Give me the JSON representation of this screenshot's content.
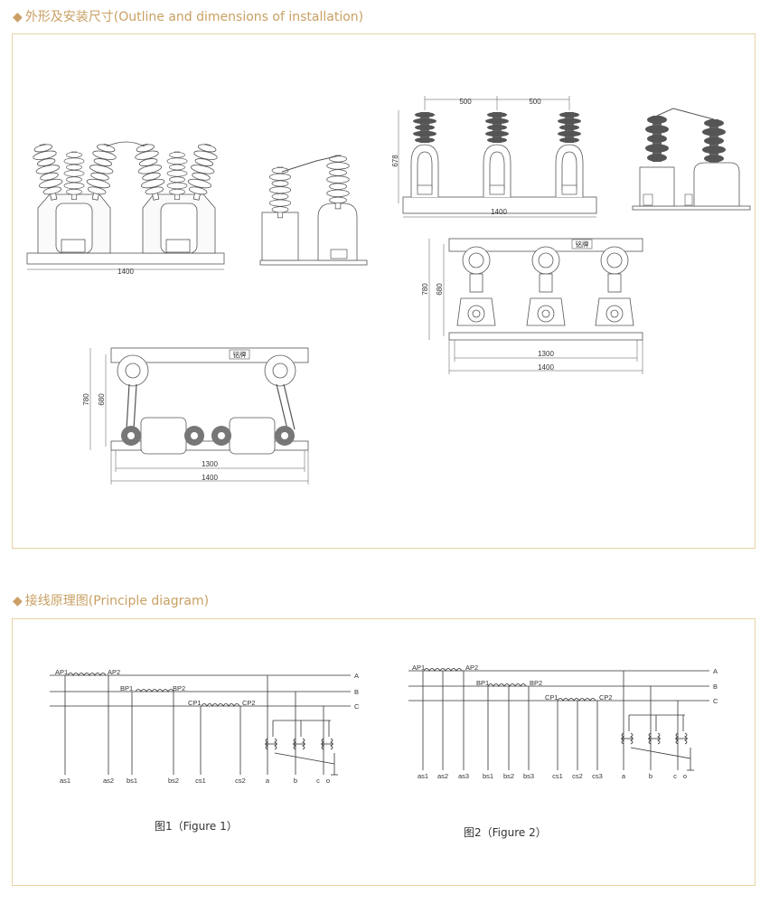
{
  "sections": {
    "outline_title": "外形及安装尺寸(Outline and dimensions of installation)",
    "principle_title": "接线原理图(Principle diagram)"
  },
  "outline": {
    "front_left_width": "1400",
    "front_right_width": "1400",
    "phase_spacing_1": "500",
    "phase_spacing_2": "500",
    "front_right_height": "678",
    "top_right_height_outer": "780",
    "top_right_height_inner": "680",
    "top_right_inner_width": "1300",
    "top_right_outer_width": "1400",
    "top_left_height_outer": "780",
    "top_left_height_inner": "680",
    "top_left_inner_width": "1300",
    "top_left_outer_width": "1400",
    "nameplate": "铭牌"
  },
  "figure1": {
    "caption": "图1（Figure 1）",
    "bus": [
      "A",
      "B",
      "C"
    ],
    "ct": [
      "AP1",
      "AP2",
      "BP1",
      "BP2",
      "CP1",
      "CP2"
    ],
    "terminals": [
      "as1",
      "as2",
      "bs1",
      "bs2",
      "cs1",
      "cs2",
      "a",
      "b",
      "c",
      "o"
    ]
  },
  "figure2": {
    "caption": "图2（Figure 2）",
    "bus": [
      "A",
      "B",
      "C"
    ],
    "ct": [
      "AP1",
      "AP2",
      "BP1",
      "BP2",
      "CP1",
      "CP2"
    ],
    "terminals": [
      "as1",
      "as2",
      "as3",
      "bs1",
      "bs2",
      "bs3",
      "cs1",
      "cs2",
      "cs3",
      "a",
      "b",
      "c",
      "o"
    ]
  },
  "colors": {
    "accent": "#c9a063",
    "border": "#e7d3a4",
    "line": "#333333"
  }
}
